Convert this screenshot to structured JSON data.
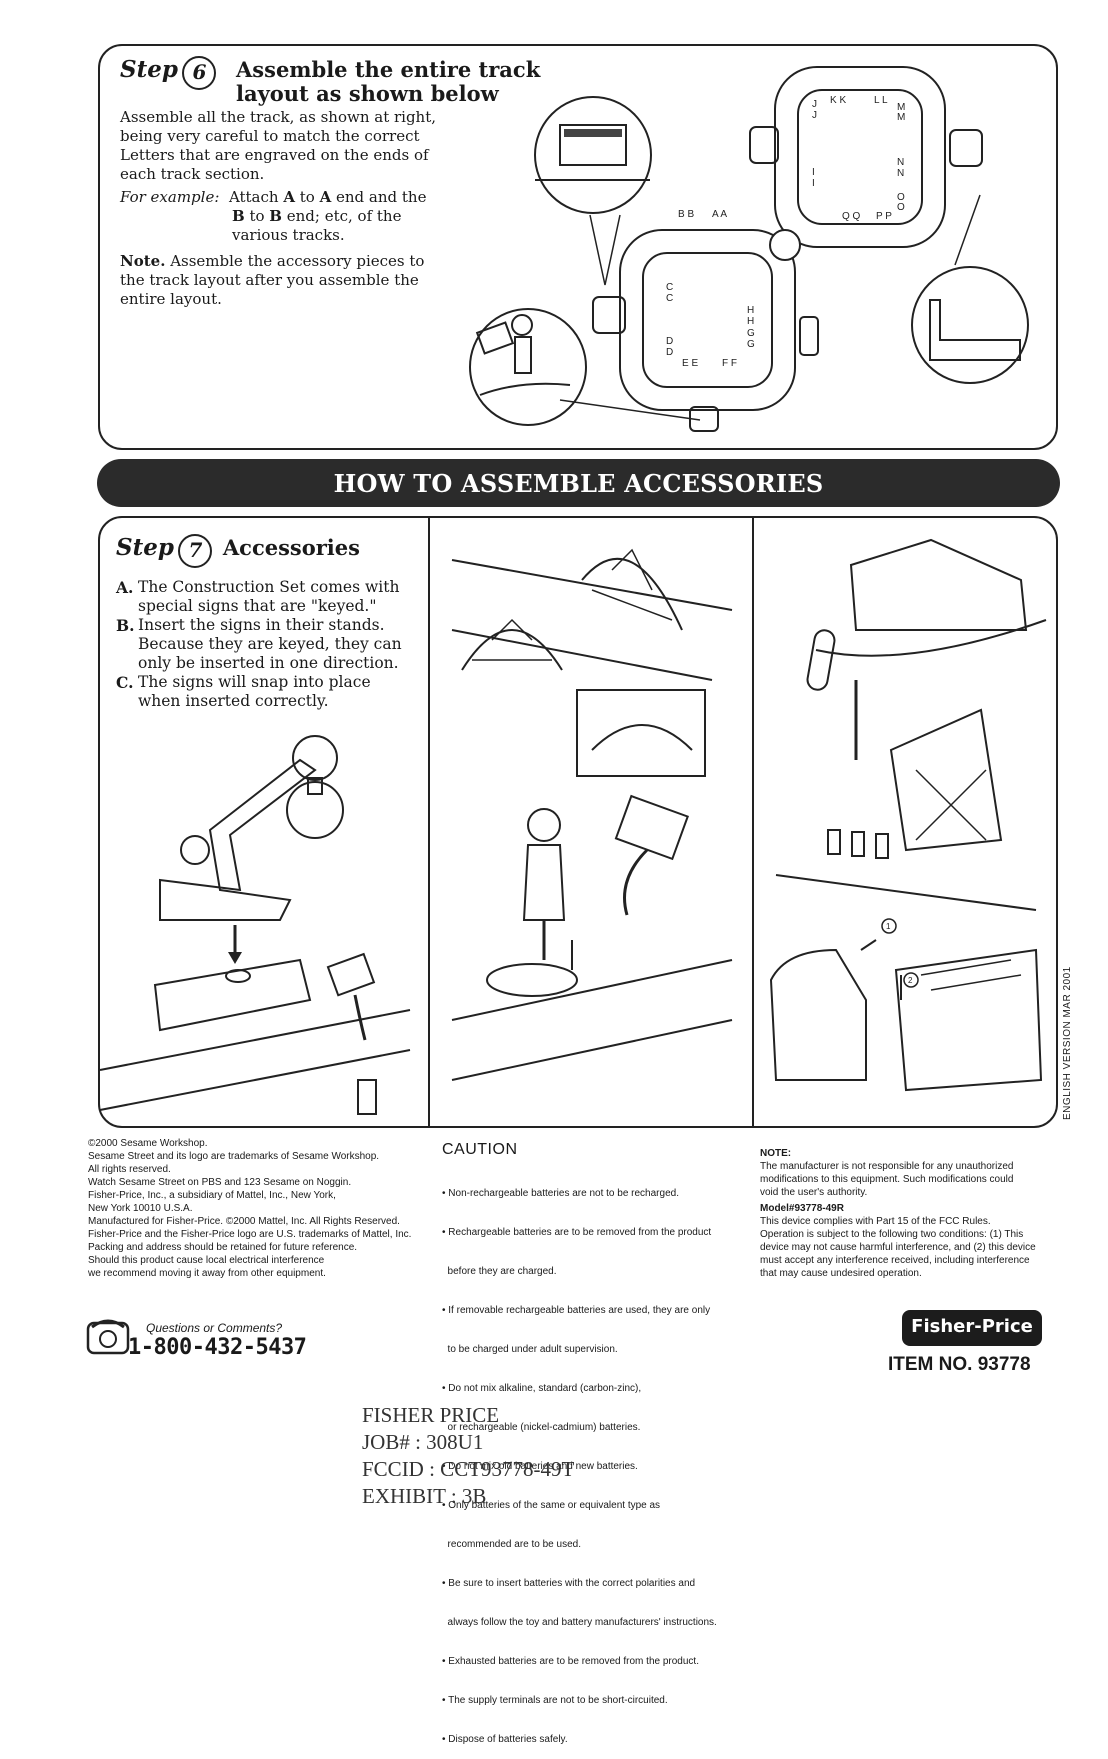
{
  "step6": {
    "step_word": "Step",
    "step_number": "6",
    "title_line1": "Assemble the entire track",
    "title_line2": "layout as shown below",
    "paragraph": "Assemble all the track, as shown at right, being very careful to match the correct Letters that are engraved on the ends of each track section.",
    "example_label": "For example:",
    "example_line1_pre": "Attach ",
    "example_line1_a1": "A",
    "example_line1_mid": " to ",
    "example_line1_a2": "A",
    "example_line1_post": " end and the",
    "example_line2_b1": "B",
    "example_line2_mid": " to ",
    "example_line2_b2": "B",
    "example_line2_post": " end; etc, of the",
    "example_line3": "various tracks.",
    "note_label": "Note.",
    "note_text": " Assemble the accessory pieces to the track layout after you assemble the entire layout.",
    "track_letters": [
      "J",
      "J",
      "K K",
      "L L",
      "M",
      "M",
      "I",
      "I",
      "N",
      "N",
      "O",
      "O",
      "B B",
      "A A",
      "Q Q",
      "P P",
      "C",
      "C",
      "H",
      "H",
      "G",
      "G",
      "D",
      "D",
      "E E",
      "F F"
    ]
  },
  "banner": {
    "title": "HOW TO ASSEMBLE ACCESSORIES"
  },
  "step7": {
    "step_word": "Step",
    "step_number": "7",
    "title": "Accessories",
    "items": [
      {
        "key": "A.",
        "text": "The Construction Set comes with special signs that are \"keyed.\""
      },
      {
        "key": "B.",
        "text": "Insert the signs in their stands. Because they are keyed, they can only be inserted in one direction."
      },
      {
        "key": "C.",
        "text": "The signs will snap into place when inserted correctly."
      }
    ],
    "callout_1": "1",
    "callout_2": "2"
  },
  "side_text": "ENGLISH VERSION MAR 2001",
  "footer_left": {
    "lines": [
      "©2000 Sesame Workshop.",
      "Sesame Street and its logo are trademarks of Sesame Workshop.",
      "All rights reserved.",
      "Watch Sesame Street on PBS and 123 Sesame on Noggin.",
      "Fisher-Price, Inc., a subsidiary of Mattel, Inc., New York,",
      "New York 10010 U.S.A.",
      "Manufactured for Fisher-Price. ©2000 Mattel, Inc. All Rights Reserved.",
      "Fisher-Price and the Fisher-Price logo are U.S. trademarks of Mattel, Inc.",
      "Packing and address should be retained for future reference.",
      "Should this product cause local electrical interference",
      "we recommend moving it away from other equipment."
    ],
    "questions_label": "Questions or Comments?",
    "phone": "1-800-432-5437"
  },
  "caution": {
    "heading": "CAUTION",
    "items": [
      "• Non-rechargeable batteries are not to be recharged.",
      "• Rechargeable batteries are to be removed from the product",
      "  before they are charged.",
      "• If removable rechargeable batteries are used, they are only",
      "  to be charged under adult supervision.",
      "• Do not mix alkaline, standard (carbon-zinc),",
      "  or rechargeable (nickel-cadmium) batteries.",
      "• Do not mix old batteries and new batteries.",
      "• Only batteries of the same or equivalent type as",
      "  recommended are to be used.",
      "• Be sure to insert batteries with the correct polarities and",
      "  always follow the toy and battery manufacturers' instructions.",
      "• Exhausted batteries are to be removed from the product.",
      "• The supply terminals are not to be short-circuited.",
      "• Dispose of batteries safely."
    ]
  },
  "note_right": {
    "heading": "NOTE:",
    "lines_a": [
      "The manufacturer is not responsible for any unauthorized",
      "modifications to this equipment. Such modifications could",
      "void the user's authority."
    ],
    "model": "Model#93778-49R",
    "lines_b": [
      "This device complies with Part 15 of the FCC Rules.",
      "Operation is subject to the following two conditions: (1) This",
      "device may not cause harmful interference, and (2) this device",
      "must accept any interference received, including interference",
      "that may cause undesired operation."
    ],
    "logo": "Fisher-Price",
    "item_no": "ITEM NO. 93778"
  },
  "exhibit": {
    "line1": "FISHER PRICE",
    "line2": "JOB# : 308U1",
    "line3": "FCCID : CCT93778-49T",
    "line4": "EXHIBIT : 3B"
  }
}
